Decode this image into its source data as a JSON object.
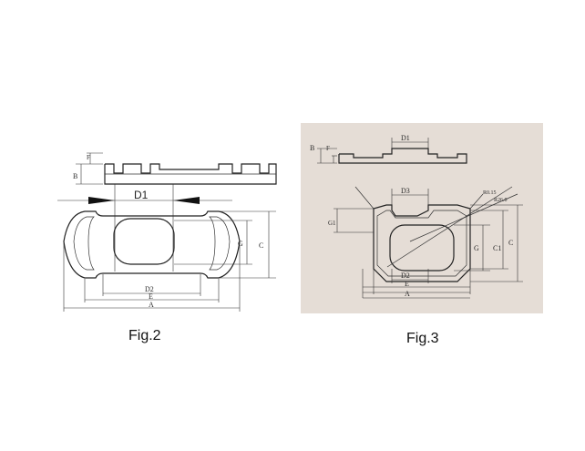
{
  "fig2": {
    "caption": "Fig.2",
    "labels": {
      "B": "B",
      "F": "F",
      "D1": "D1",
      "G": "G",
      "C": "C",
      "D2": "D2",
      "E": "E",
      "A": "A"
    }
  },
  "fig3": {
    "caption": "Fig.3",
    "labels": {
      "B": "B",
      "F": "F",
      "D1": "D1",
      "D3": "D3",
      "G1": "G1",
      "G": "G",
      "C1": "C1",
      "C": "C",
      "D2": "D2",
      "E": "E",
      "A": "A",
      "R1": "R0.15",
      "R2": "R26.0"
    }
  },
  "colors": {
    "fig3_background": "#e5ddd6",
    "ink": "#222222"
  }
}
